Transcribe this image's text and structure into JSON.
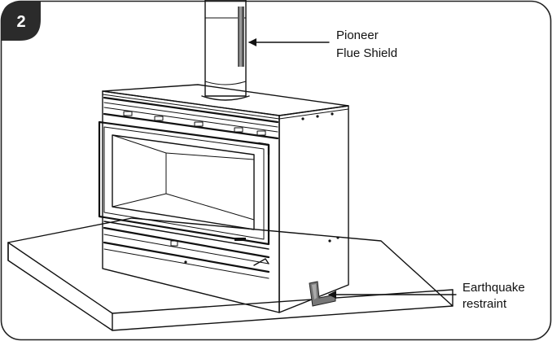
{
  "step": {
    "number": "2"
  },
  "callouts": {
    "flue_shield": {
      "line1": "Pioneer",
      "line2": "Flue Shield"
    },
    "earthquake_restraint": {
      "line1": "Earthquake",
      "line2": "restraint"
    }
  },
  "colors": {
    "frame": "#222222",
    "badge": "#2b2b2b",
    "line": "#111111"
  }
}
